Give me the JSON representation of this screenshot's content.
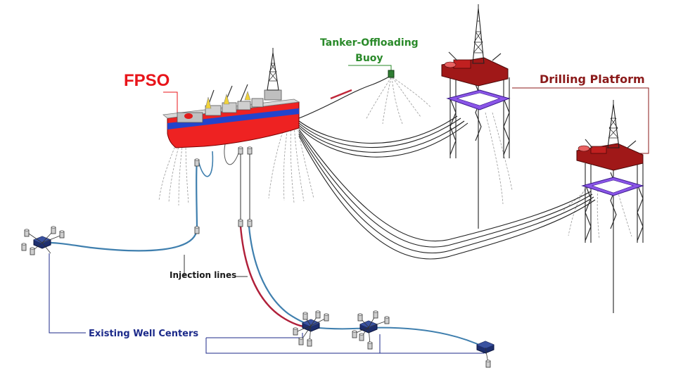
{
  "labels": {
    "fpso": "FPSO",
    "buoy_line1": "Tanker-Offloading",
    "buoy_line2": "Buoy",
    "drilling_platform": "Drilling Platform",
    "injection_lines": "Injection lines",
    "existing_well_centers": "Existing Well Centers"
  },
  "colors": {
    "fpso_label": "#e8141a",
    "buoy_label": "#2a8a2a",
    "platform_label": "#8b1a1a",
    "wells_label": "#1c2a8a",
    "hull_red": "#ee2222",
    "hull_stripe": "#2244cc",
    "platform_deck": "#a01818",
    "platform_pontoon": "#8a55e8",
    "flowline_blue": "#3f7fae",
    "flowline_red": "#b0203a",
    "manifold": "#1a2a6a",
    "mooring": "#999999",
    "riser": "#222222"
  }
}
